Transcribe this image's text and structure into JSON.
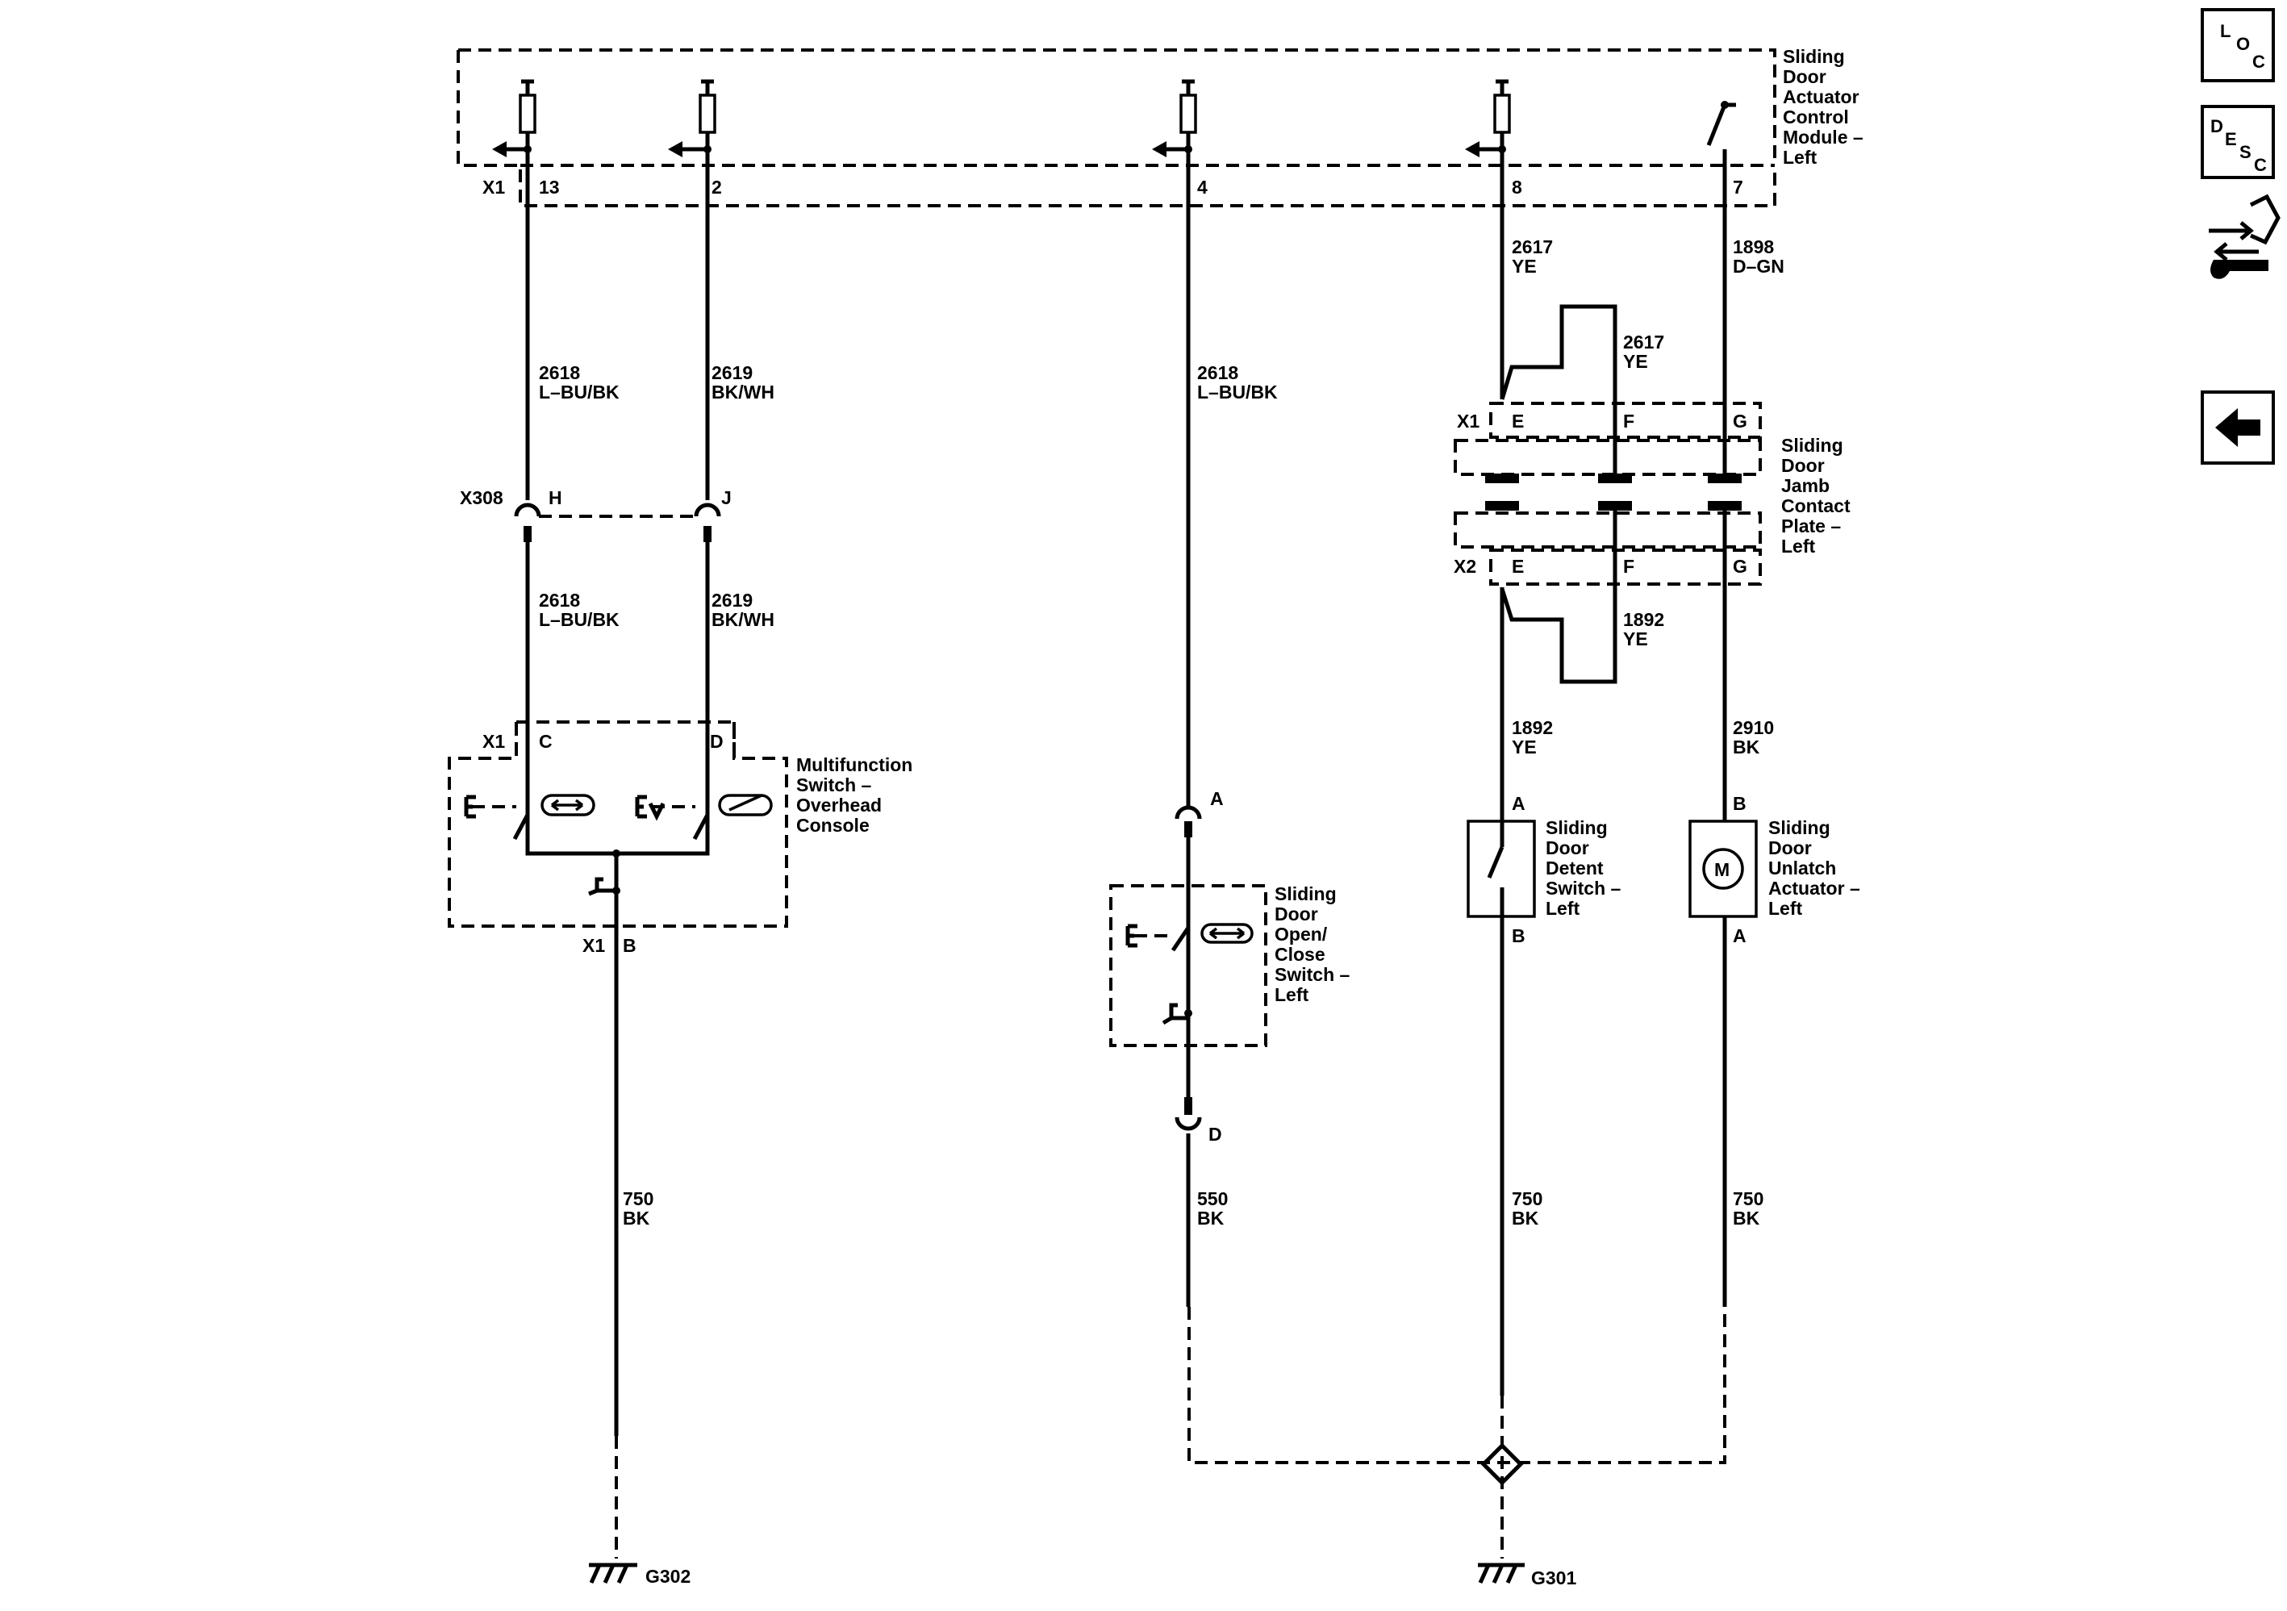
{
  "modules": {
    "actuator_module": [
      "Sliding",
      "Door",
      "Actuator",
      "Control",
      "Module –",
      "Left"
    ],
    "jamb_plate": [
      "Sliding",
      "Door",
      "Jamb",
      "Contact",
      "Plate –",
      "Left"
    ],
    "multifunction_switch": [
      "Multifunction",
      "Switch –",
      "Overhead",
      "Console"
    ],
    "open_close_switch": [
      "Sliding",
      "Door",
      "Open/",
      "Close",
      "Switch –",
      "Left"
    ],
    "detent_switch": [
      "Sliding",
      "Door",
      "Detent",
      "Switch –",
      "Left"
    ],
    "unlatch_actuator": [
      "Sliding",
      "Door",
      "Unlatch",
      "Actuator –",
      "Left"
    ]
  },
  "connectors": {
    "x1": "X1",
    "x2": "X2",
    "x308": "X308",
    "pin_13": "13",
    "pin_2": "2",
    "pin_4": "4",
    "pin_8": "8",
    "pin_7": "7",
    "pin_H": "H",
    "pin_J": "J",
    "pin_C": "C",
    "pin_D": "D",
    "pin_A": "A",
    "pin_B": "B",
    "pin_E": "E",
    "pin_F": "F",
    "pin_G": "G"
  },
  "wires": {
    "w2618_1": [
      "2618",
      "L–BU/BK"
    ],
    "w2619_1": [
      "2619",
      "BK/WH"
    ],
    "w2618_2": [
      "2618",
      "L–BU/BK"
    ],
    "w2618_3": [
      "2618",
      "L–BU/BK"
    ],
    "w2619_2": [
      "2619",
      "BK/WH"
    ],
    "w2617_1": [
      "2617",
      "YE"
    ],
    "w2617_2": [
      "2617",
      "YE"
    ],
    "w1898": [
      "1898",
      "D–GN"
    ],
    "w1892_1": [
      "1892",
      "YE"
    ],
    "w1892_2": [
      "1892",
      "YE"
    ],
    "w2910": [
      "2910",
      "BK"
    ],
    "w750_1": [
      "750",
      "BK"
    ],
    "w550": [
      "550",
      "BK"
    ],
    "w750_2": [
      "750",
      "BK"
    ],
    "w750_3": [
      "750",
      "BK"
    ]
  },
  "grounds": {
    "g302": "G302",
    "g301": "G301"
  },
  "motor_symbol": "M",
  "nav": {
    "loc": [
      "L",
      "O",
      "C"
    ],
    "desc": [
      "D",
      "E",
      "S",
      "C"
    ]
  }
}
